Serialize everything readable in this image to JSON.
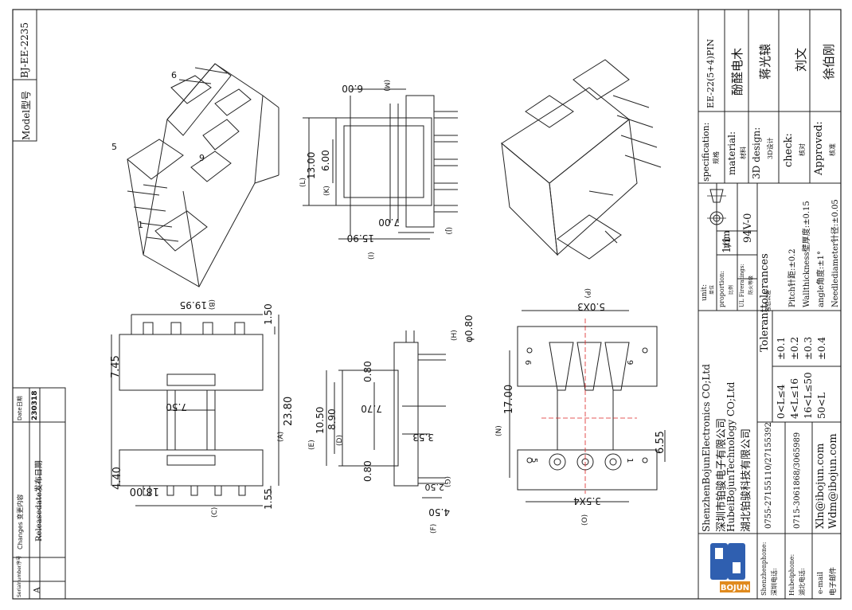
{
  "model": {
    "label": "Model型号",
    "value": "BJ-EE-2235"
  },
  "changes": {
    "col_serial": "Serialnumber序号",
    "col_changes": "Changes 变更内容",
    "col_date": "Date日期",
    "row_serial": "A",
    "row_change": "Releasedate发布日期",
    "row_date": "230318"
  },
  "company": {
    "name_en1": "ShenzhenBojunElectronics CO;Ltd",
    "name_cn1": "深圳市铂骏电子有限公司",
    "name_en2": "HubeiBojunTechnology CO;Ltd",
    "name_cn2": "湖北铂骏科技有限公司",
    "logo_text": "BOJUN",
    "sz_phone_label": "Shenzhenphone:",
    "sz_phone_label_cn": "深圳电话:",
    "sz_phone": "0755-27155110/27155392",
    "hb_phone_label": "Hubeiphone:",
    "hb_phone_label_cn": "湖北电话:",
    "hb_phone": "0715-3061868/3065989",
    "email_label": "e-mail",
    "email_label_cn": "电子邮件",
    "email1": "Xln@ibojun.com",
    "email2": "Wdm@ibojun.com"
  },
  "tolerances": {
    "title": "Toleranttolerances",
    "title_cn": "容忍公差",
    "r1": "0<L≤4",
    "r1v": "±0.1",
    "r2": "4<L≤16",
    "r2v": "±0.2",
    "r3": "16<L≤50",
    "r3v": "±0.3",
    "r4": "50<L",
    "r4v": "±0.4",
    "pitch": "Pitch针距:±0.2",
    "wall": "Wallthickness壁厚度:±0.15",
    "angle": "angle角度:±1°",
    "needle": "Needlediameter针径:±0.05"
  },
  "unit": {
    "label": "unit:",
    "label_cn": "单位",
    "value": "mm",
    "prop_label": "proportion:",
    "prop_label_cn": "比例",
    "prop_value": "1/1",
    "ul_label": "UL Fireratings:",
    "ul_label_cn": "防火等级",
    "ul_value": "94V-0"
  },
  "spec": {
    "spec_label": "specification:",
    "spec_label_cn": "规格",
    "spec_value": "EE-22(5+4)PIN",
    "material_label": "material:",
    "material_label_cn": "材料",
    "material_value": "酚醛电木",
    "design_label": "3D design:",
    "design_label_cn": "3D设计",
    "design_value": "蒋光辕",
    "check_label": "check:",
    "check_label_cn": "核对",
    "check_value": "刘文",
    "approved_label": "Approved:",
    "approved_label_cn": "核准",
    "approved_value": "徐伯刚"
  },
  "dims": {
    "d600": "6.00",
    "m": "(M)",
    "d1300": "13.00",
    "l": "(L)",
    "d600b": "6.00",
    "k": "(K)",
    "d700": "7.00",
    "j": "(J)",
    "d1590": "15.90",
    "i": "(I)",
    "d1995": "19.95",
    "b": "(B)",
    "d745": "7.45",
    "d150": "1.50",
    "d750": "7.50",
    "d2380": "23.80",
    "a": "(A)",
    "d440": "4.40",
    "d1800": "18.00",
    "c": "(C)",
    "d155": "1.55",
    "h": "(H)",
    "d080h": "φ0.80",
    "d080a": "0.80",
    "d1050": "10.50",
    "e": "(E)",
    "d890": "8.90",
    "d": "(D)",
    "d770": "7.70",
    "d353": "3.53",
    "d080b": "0.80",
    "d250": "2.50",
    "g": "(G)",
    "d450": "4.50",
    "f": "(F)",
    "p": "(P)",
    "d50x3": "5.0X3",
    "d1700": "17.00",
    "n": "(N)",
    "d655": "6.55",
    "d35x4": "3.5X4",
    "o": "(O)",
    "pin6": "6",
    "pin9": "9",
    "pin5": "5",
    "pin1": "1",
    "bp6": "6",
    "bp9": "9",
    "bp5": "5",
    "bp1": "1"
  }
}
